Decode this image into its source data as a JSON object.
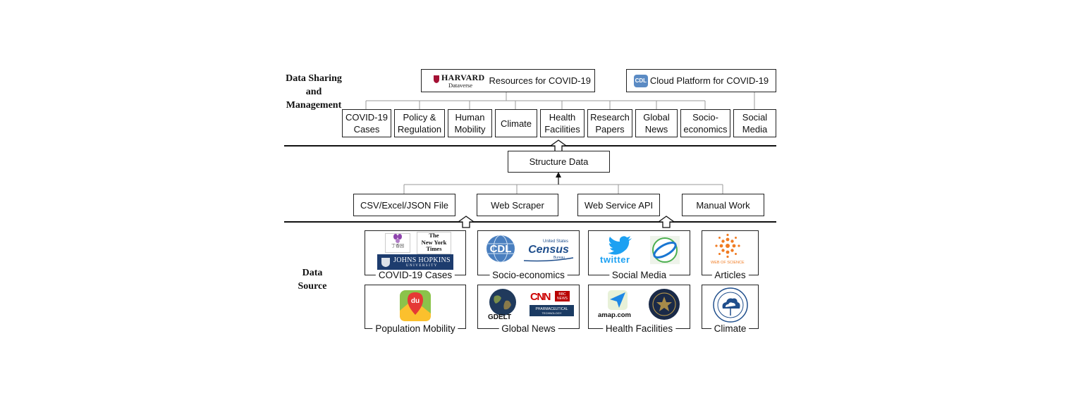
{
  "labels": {
    "sharing": [
      "Data Sharing",
      "and",
      "Management"
    ],
    "source": [
      "Data",
      "Source"
    ]
  },
  "top_platforms": {
    "harvard": {
      "logo_main": "HARVARD",
      "logo_sub": "Dataverse",
      "text": "Resources for COVID-19"
    },
    "cloud": {
      "logo": "CDL",
      "text": "Cloud Platform for COVID-19"
    }
  },
  "categories": [
    [
      "COVID-19",
      "Cases"
    ],
    [
      "Policy &",
      "Regulation"
    ],
    [
      "Human",
      "Mobility"
    ],
    [
      "Climate"
    ],
    [
      "Health",
      "Facilities"
    ],
    [
      "Research",
      "Papers"
    ],
    [
      "Global",
      "News"
    ],
    [
      "Socio-",
      "economics"
    ],
    [
      "Social",
      "Media"
    ]
  ],
  "structure": "Structure Data",
  "methods": [
    "CSV/Excel/JSON File",
    "Web Scraper",
    "Web Service API",
    "Manual Work"
  ],
  "sources": {
    "covid": {
      "caption": "COVID-19 Cases",
      "dxy": "丁香园",
      "nyt": [
        "The",
        "New York",
        "Times"
      ],
      "jhu": "JOHNS HOPKINS",
      "jhu_sub": "UNIVERSITY"
    },
    "socio": {
      "caption": "Socio-economics",
      "cdl": "CDL",
      "census_top": "United States",
      "census": "Census",
      "census_sub": "Bureau"
    },
    "social": {
      "caption": "Social Media",
      "twitter": "twitter"
    },
    "articles": {
      "caption": "Articles",
      "wos": "WEB OF SCIENCE"
    },
    "mobility": {
      "caption": "Population Mobility",
      "du": "du"
    },
    "news": {
      "caption": "Global News",
      "gdelt": "GDELT",
      "cnn": "CNN",
      "bbc": [
        "BBC",
        "NEWS"
      ],
      "pharma": [
        "PHARMACEUTICAL",
        "TECHNOLOGY"
      ]
    },
    "health": {
      "caption": "Health Facilities",
      "amap": "amap.com"
    },
    "climate": {
      "caption": "Climate"
    }
  },
  "colors": {
    "harvard": "#a41034",
    "twitter": "#1da1f2",
    "cdl": "#3a6ea5",
    "census": "#1f4e8c",
    "cnn": "#cc0000",
    "baidu": "#e53935",
    "wos": "#f07b22",
    "jhu": "#1d3c6e"
  }
}
